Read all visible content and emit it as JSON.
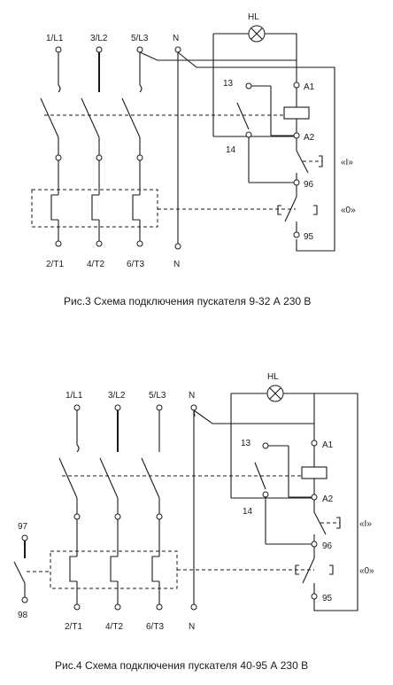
{
  "diagram1": {
    "terminals": {
      "l1": "1/L1",
      "l2": "3/L2",
      "l3": "5/L3",
      "n": "N",
      "n_out": "N",
      "t1": "2/T1",
      "t2": "4/T2",
      "t3": "6/T3",
      "hl": "HL",
      "a1": "A1",
      "a2": "A2",
      "c13": "13",
      "c14": "14",
      "c96": "96",
      "c95": "95",
      "on": "«I»",
      "off": "«0»"
    },
    "caption": "Рис.3 Схема подключения пускателя 9-32 А 230 В"
  },
  "diagram2": {
    "terminals": {
      "l1": "1/L1",
      "l2": "3/L2",
      "l3": "5/L3",
      "n": "N",
      "n_out": "N",
      "t1": "2/T1",
      "t2": "4/T2",
      "t3": "6/T3",
      "hl": "HL",
      "a1": "A1",
      "a2": "A2",
      "c13": "13",
      "c14": "14",
      "c96": "96",
      "c95": "95",
      "c97": "97",
      "c98": "98",
      "on": "«I»",
      "off": "«0»"
    },
    "caption": "Рис.4 Схема подключения пускателя 40-95 А 230 В"
  }
}
